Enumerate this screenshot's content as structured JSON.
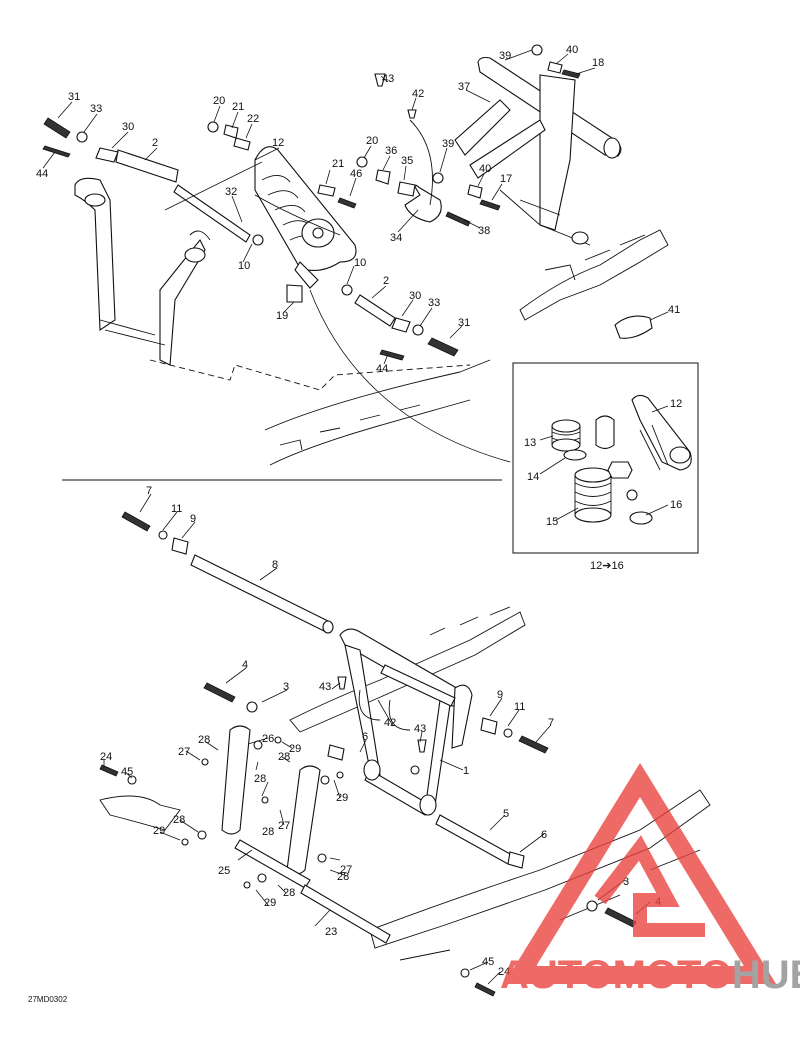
{
  "diagram": {
    "callouts_top": [
      {
        "id": "31a",
        "text": "31"
      },
      {
        "id": "33a",
        "text": "33"
      },
      {
        "id": "30a",
        "text": "30"
      },
      {
        "id": "2a",
        "text": "2"
      },
      {
        "id": "44a",
        "text": "44"
      },
      {
        "id": "20a",
        "text": "20"
      },
      {
        "id": "21a",
        "text": "21"
      },
      {
        "id": "22",
        "text": "22"
      },
      {
        "id": "12a",
        "text": "12"
      },
      {
        "id": "32",
        "text": "32"
      },
      {
        "id": "10a",
        "text": "10"
      },
      {
        "id": "21b",
        "text": "21"
      },
      {
        "id": "46",
        "text": "46"
      },
      {
        "id": "20b",
        "text": "20"
      },
      {
        "id": "36",
        "text": "36"
      },
      {
        "id": "35",
        "text": "35"
      },
      {
        "id": "10b",
        "text": "10"
      },
      {
        "id": "2b",
        "text": "2"
      },
      {
        "id": "30b",
        "text": "30"
      },
      {
        "id": "33b",
        "text": "33"
      },
      {
        "id": "31b",
        "text": "31"
      },
      {
        "id": "19",
        "text": "19"
      },
      {
        "id": "44b",
        "text": "44"
      },
      {
        "id": "43a",
        "text": "43"
      },
      {
        "id": "42a",
        "text": "42"
      },
      {
        "id": "39a",
        "text": "39"
      },
      {
        "id": "40a",
        "text": "40"
      },
      {
        "id": "18",
        "text": "18"
      },
      {
        "id": "37",
        "text": "37"
      },
      {
        "id": "39b",
        "text": "39"
      },
      {
        "id": "40b",
        "text": "40"
      },
      {
        "id": "17",
        "text": "17"
      },
      {
        "id": "34",
        "text": "34"
      },
      {
        "id": "38",
        "text": "38"
      },
      {
        "id": "41",
        "text": "41"
      }
    ],
    "inset": {
      "callouts": [
        {
          "id": "12c",
          "text": "12"
        },
        {
          "id": "13",
          "text": "13"
        },
        {
          "id": "14",
          "text": "14"
        },
        {
          "id": "15",
          "text": "15"
        },
        {
          "id": "16",
          "text": "16"
        }
      ],
      "caption": "12➔16"
    },
    "callouts_bottom": [
      {
        "id": "7a",
        "text": "7"
      },
      {
        "id": "11a",
        "text": "11"
      },
      {
        "id": "9a",
        "text": "9"
      },
      {
        "id": "8",
        "text": "8"
      },
      {
        "id": "4a",
        "text": "4"
      },
      {
        "id": "3a",
        "text": "3"
      },
      {
        "id": "43b",
        "text": "43"
      },
      {
        "id": "42b",
        "text": "42"
      },
      {
        "id": "43c",
        "text": "43"
      },
      {
        "id": "6a",
        "text": "6"
      },
      {
        "id": "1",
        "text": "1"
      },
      {
        "id": "9b",
        "text": "9"
      },
      {
        "id": "11b",
        "text": "11"
      },
      {
        "id": "7b",
        "text": "7"
      },
      {
        "id": "27a",
        "text": "27"
      },
      {
        "id": "28a",
        "text": "28"
      },
      {
        "id": "26",
        "text": "26"
      },
      {
        "id": "28b",
        "text": "28"
      },
      {
        "id": "29a",
        "text": "29"
      },
      {
        "id": "24a",
        "text": "24"
      },
      {
        "id": "45a",
        "text": "45"
      },
      {
        "id": "28c",
        "text": "28"
      },
      {
        "id": "29b",
        "text": "29"
      },
      {
        "id": "27b",
        "text": "27"
      },
      {
        "id": "28d",
        "text": "28"
      },
      {
        "id": "29c",
        "text": "29"
      },
      {
        "id": "28e",
        "text": "28"
      },
      {
        "id": "5",
        "text": "5"
      },
      {
        "id": "6b",
        "text": "6"
      },
      {
        "id": "25",
        "text": "25"
      },
      {
        "id": "27c",
        "text": "27"
      },
      {
        "id": "28f",
        "text": "28"
      },
      {
        "id": "29d",
        "text": "29"
      },
      {
        "id": "28g",
        "text": "28"
      },
      {
        "id": "3b",
        "text": "3"
      },
      {
        "id": "4b",
        "text": "4"
      },
      {
        "id": "23",
        "text": "23"
      },
      {
        "id": "45b",
        "text": "45"
      },
      {
        "id": "24b",
        "text": "24"
      }
    ],
    "drawing_code": "27MD0302"
  },
  "watermark": {
    "word_part1": "AUTOMOTO",
    "word_part2": "HUB",
    "color_red": "#e8413c",
    "color_gray": "#8a8a8a"
  }
}
